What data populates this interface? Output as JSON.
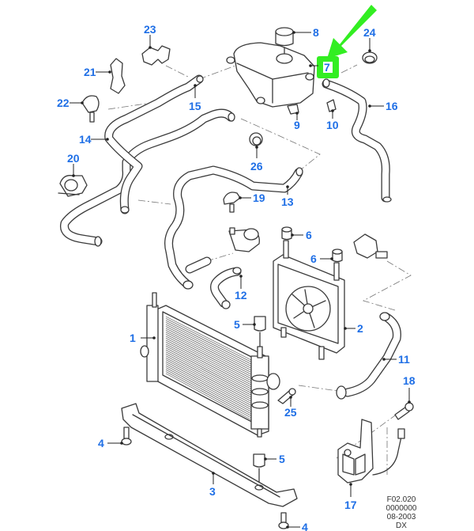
{
  "diagram": {
    "title": "Cooling system parts diagram",
    "callout_color": "#1f6fe6",
    "highlight_color": "#33ee22",
    "highlighted_part": "7",
    "callouts": [
      {
        "id": "c1",
        "label": "1",
        "part": "radiator"
      },
      {
        "id": "c2",
        "label": "2",
        "part": "cooling-fan-shroud"
      },
      {
        "id": "c3",
        "label": "3",
        "part": "lower-support-bracket"
      },
      {
        "id": "c4a",
        "label": "4",
        "part": "bolt-left"
      },
      {
        "id": "c4b",
        "label": "4",
        "part": "bolt-right"
      },
      {
        "id": "c5a",
        "label": "5",
        "part": "upper-mount-bush"
      },
      {
        "id": "c5b",
        "label": "5",
        "part": "lower-mount-bush"
      },
      {
        "id": "c6a",
        "label": "6",
        "part": "fan-mount-cap-left"
      },
      {
        "id": "c6b",
        "label": "6",
        "part": "fan-mount-cap-right"
      },
      {
        "id": "c7",
        "label": "7",
        "part": "expansion-tank"
      },
      {
        "id": "c8",
        "label": "8",
        "part": "expansion-tank-cap"
      },
      {
        "id": "c9",
        "label": "9",
        "part": "tank-fitting"
      },
      {
        "id": "c10",
        "label": "10",
        "part": "tank-clip"
      },
      {
        "id": "c11",
        "label": "11",
        "part": "lower-radiator-hose"
      },
      {
        "id": "c12",
        "label": "12",
        "part": "thermostat-hose"
      },
      {
        "id": "c13",
        "label": "13",
        "part": "upper-hose"
      },
      {
        "id": "c14",
        "label": "14",
        "part": "heater-hose"
      },
      {
        "id": "c15",
        "label": "15",
        "part": "bypass-hose"
      },
      {
        "id": "c16",
        "label": "16",
        "part": "overflow-hose"
      },
      {
        "id": "c17",
        "label": "17",
        "part": "fan-resistor-module"
      },
      {
        "id": "c18",
        "label": "18",
        "part": "resistor-bolt"
      },
      {
        "id": "c19",
        "label": "19",
        "part": "hose-bracket"
      },
      {
        "id": "c20",
        "label": "20",
        "part": "double-hose-clip"
      },
      {
        "id": "c21",
        "label": "21",
        "part": "hose-clip"
      },
      {
        "id": "c22",
        "label": "22",
        "part": "hose-retainer"
      },
      {
        "id": "c23",
        "label": "23",
        "part": "twin-clip"
      },
      {
        "id": "c24",
        "label": "24",
        "part": "hose-clamp"
      },
      {
        "id": "c25",
        "label": "25",
        "part": "bleed-screw"
      },
      {
        "id": "c26",
        "label": "26",
        "part": "hose-clamp"
      }
    ]
  },
  "footer": {
    "code": "F02.020",
    "number": "0000000",
    "date": "08-2003",
    "suffix": "DX"
  }
}
